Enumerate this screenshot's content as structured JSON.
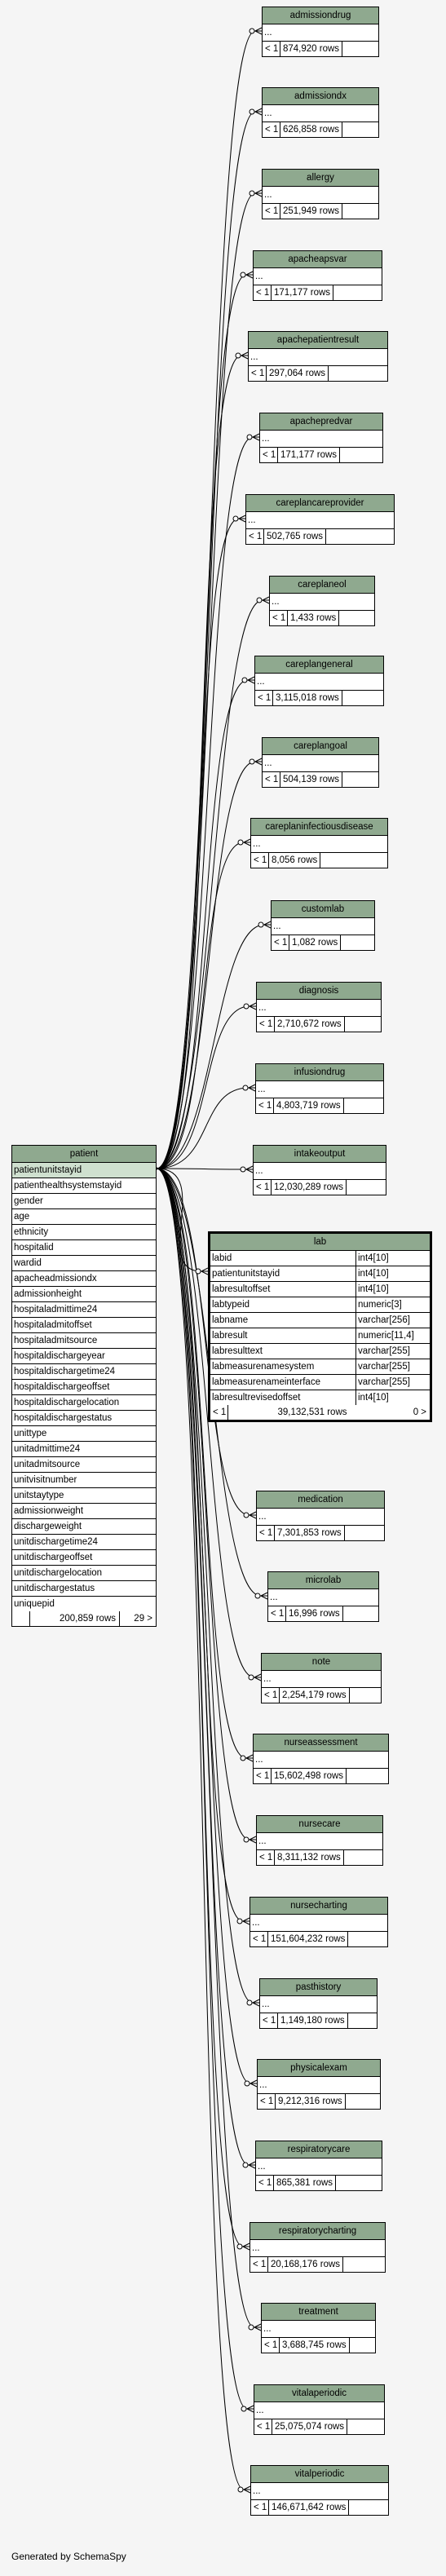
{
  "footer": "Generated by SchemaSpy",
  "patient": {
    "name": "patient",
    "columns": [
      "patientunitstayid",
      "patienthealthsystemstayid",
      "gender",
      "age",
      "ethnicity",
      "hospitalid",
      "wardid",
      "apacheadmissiondx",
      "admissionheight",
      "hospitaladmittime24",
      "hospitaladmitoffset",
      "hospitaladmitsource",
      "hospitaldischargeyear",
      "hospitaldischargetime24",
      "hospitaldischargeoffset",
      "hospitaldischargelocation",
      "hospitaldischargestatus",
      "unittype",
      "unitadmittime24",
      "unitadmitsource",
      "unitvisitnumber",
      "unitstaytype",
      "admissionweight",
      "dischargeweight",
      "unitdischargetime24",
      "unitdischargeoffset",
      "unitdischargelocation",
      "unitdischargestatus",
      "uniquepid"
    ],
    "rows": "200,859 rows",
    "children": "29 >"
  },
  "lab": {
    "name": "lab",
    "columns": [
      {
        "name": "labid",
        "type": "int4[10]"
      },
      {
        "name": "patientunitstayid",
        "type": "int4[10]"
      },
      {
        "name": "labresultoffset",
        "type": "int4[10]"
      },
      {
        "name": "labtypeid",
        "type": "numeric[3]"
      },
      {
        "name": "labname",
        "type": "varchar[256]"
      },
      {
        "name": "labresult",
        "type": "numeric[11,4]"
      },
      {
        "name": "labresulttext",
        "type": "varchar[255]"
      },
      {
        "name": "labmeasurenamesystem",
        "type": "varchar[255]"
      },
      {
        "name": "labmeasurenameinterface",
        "type": "varchar[255]"
      },
      {
        "name": "labresultrevisedoffset",
        "type": "int4[10]"
      }
    ],
    "lt": "< 1",
    "rows": "39,132,531 rows",
    "gt": "0 >"
  },
  "tables": [
    {
      "name": "admissiondrug",
      "ellipsis": "...",
      "lt": "< 1",
      "rows": "874,920 rows"
    },
    {
      "name": "admissiondx",
      "ellipsis": "...",
      "lt": "< 1",
      "rows": "626,858 rows"
    },
    {
      "name": "allergy",
      "ellipsis": "...",
      "lt": "< 1",
      "rows": "251,949 rows"
    },
    {
      "name": "apacheapsvar",
      "ellipsis": "...",
      "lt": "< 1",
      "rows": "171,177 rows"
    },
    {
      "name": "apachepatientresult",
      "ellipsis": "...",
      "lt": "< 1",
      "rows": "297,064 rows"
    },
    {
      "name": "apachepredvar",
      "ellipsis": "...",
      "lt": "< 1",
      "rows": "171,177 rows"
    },
    {
      "name": "careplancareprovider",
      "ellipsis": "...",
      "lt": "< 1",
      "rows": "502,765 rows"
    },
    {
      "name": "careplaneol",
      "ellipsis": "...",
      "lt": "< 1",
      "rows": "1,433 rows"
    },
    {
      "name": "careplangeneral",
      "ellipsis": "...",
      "lt": "< 1",
      "rows": "3,115,018 rows"
    },
    {
      "name": "careplangoal",
      "ellipsis": "...",
      "lt": "< 1",
      "rows": "504,139 rows"
    },
    {
      "name": "careplaninfectiousdisease",
      "ellipsis": "...",
      "lt": "< 1",
      "rows": "8,056 rows"
    },
    {
      "name": "customlab",
      "ellipsis": "...",
      "lt": "< 1",
      "rows": "1,082 rows"
    },
    {
      "name": "diagnosis",
      "ellipsis": "...",
      "lt": "< 1",
      "rows": "2,710,672 rows"
    },
    {
      "name": "infusiondrug",
      "ellipsis": "...",
      "lt": "< 1",
      "rows": "4,803,719 rows"
    },
    {
      "name": "intakeoutput",
      "ellipsis": "...",
      "lt": "< 1",
      "rows": "12,030,289 rows"
    },
    {
      "name": "medication",
      "ellipsis": "...",
      "lt": "< 1",
      "rows": "7,301,853 rows"
    },
    {
      "name": "microlab",
      "ellipsis": "...",
      "lt": "< 1",
      "rows": "16,996 rows"
    },
    {
      "name": "note",
      "ellipsis": "...",
      "lt": "< 1",
      "rows": "2,254,179 rows"
    },
    {
      "name": "nurseassessment",
      "ellipsis": "...",
      "lt": "< 1",
      "rows": "15,602,498 rows"
    },
    {
      "name": "nursecare",
      "ellipsis": "...",
      "lt": "< 1",
      "rows": "8,311,132 rows"
    },
    {
      "name": "nursecharting",
      "ellipsis": "...",
      "lt": "< 1",
      "rows": "151,604,232 rows"
    },
    {
      "name": "pasthistory",
      "ellipsis": "...",
      "lt": "< 1",
      "rows": "1,149,180 rows"
    },
    {
      "name": "physicalexam",
      "ellipsis": "...",
      "lt": "< 1",
      "rows": "9,212,316 rows"
    },
    {
      "name": "respiratorycare",
      "ellipsis": "...",
      "lt": "< 1",
      "rows": "865,381 rows"
    },
    {
      "name": "respiratorycharting",
      "ellipsis": "...",
      "lt": "< 1",
      "rows": "20,168,176 rows"
    },
    {
      "name": "treatment",
      "ellipsis": "...",
      "lt": "< 1",
      "rows": "3,688,745 rows"
    },
    {
      "name": "vitalaperiodic",
      "ellipsis": "...",
      "lt": "< 1",
      "rows": "25,075,074 rows"
    },
    {
      "name": "vitalperiodic",
      "ellipsis": "...",
      "lt": "< 1",
      "rows": "146,671,642 rows"
    }
  ]
}
